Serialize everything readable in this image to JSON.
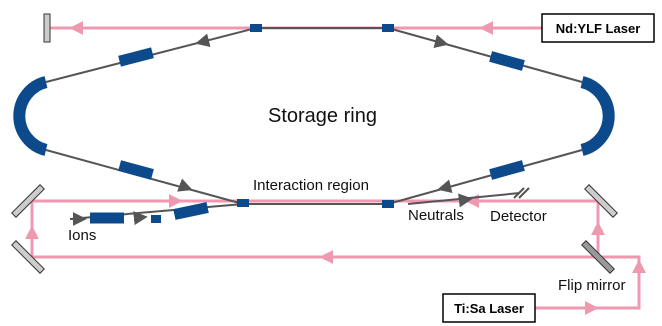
{
  "colors": {
    "beamline": "#555555",
    "laser": "#ee99b0",
    "magnet": "#0c4a8c",
    "mirror": "#cccccc",
    "box_border": "#000000",
    "background": "#ffffff"
  },
  "labels": {
    "storage_ring": "Storage ring",
    "interaction_region": "Interaction region",
    "neutrals": "Neutrals",
    "detector": "Detector",
    "ions": "Ions",
    "flip_mirror": "Flip mirror"
  },
  "lasers": {
    "ndylf": "Nd:YLF Laser",
    "tisa": "Ti:Sa Laser"
  },
  "icons": {
    "beam_arrow": "arrowhead-icon",
    "magnet": "dipole-magnet-icon",
    "mirror": "mirror-icon",
    "detector": "detector-icon"
  }
}
